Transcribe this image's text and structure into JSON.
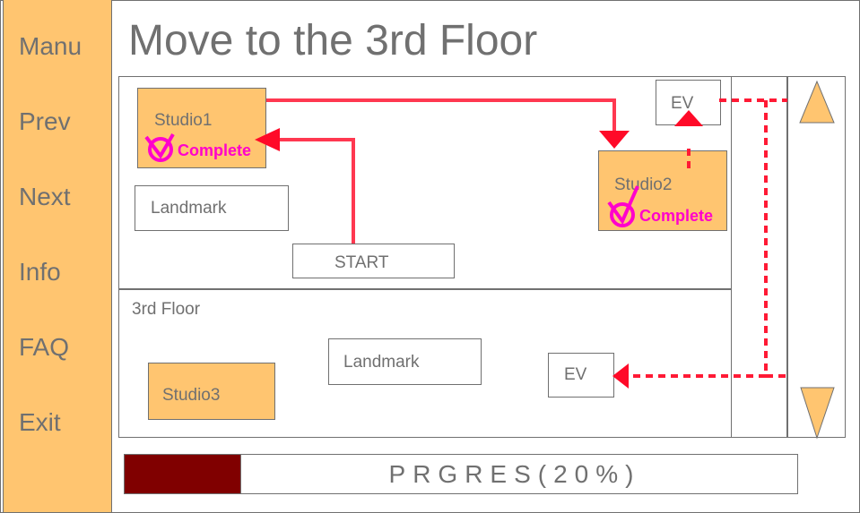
{
  "title": "Move to the 3rd Floor",
  "sidebar": {
    "items": [
      {
        "label": "Manu"
      },
      {
        "label": "Prev"
      },
      {
        "label": "Next"
      },
      {
        "label": "Info"
      },
      {
        "label": "FAQ"
      },
      {
        "label": "Exit"
      }
    ]
  },
  "map": {
    "current_floor": {
      "studio1": {
        "label": "Studio1",
        "status": "Complete"
      },
      "studio2": {
        "label": "Studio2",
        "status": "Complete"
      },
      "landmark": {
        "label": "Landmark"
      },
      "start": {
        "label": "START"
      },
      "ev": {
        "label": "EV"
      }
    },
    "third_floor": {
      "label": "3rd Floor",
      "studio3": {
        "label": "Studio3"
      },
      "landmark": {
        "label": "Landmark"
      },
      "ev": {
        "label": "EV"
      }
    },
    "scroll": {
      "up_icon": "triangle-up-icon",
      "down_icon": "triangle-down-icon"
    }
  },
  "progress": {
    "label": "PRGRES(20%)",
    "percent": 20
  },
  "colors": {
    "studio": "#ffc570",
    "route": "#ff1a35",
    "complete": "#ff00cc",
    "progress_fill": "#800000",
    "text": "#707070"
  }
}
